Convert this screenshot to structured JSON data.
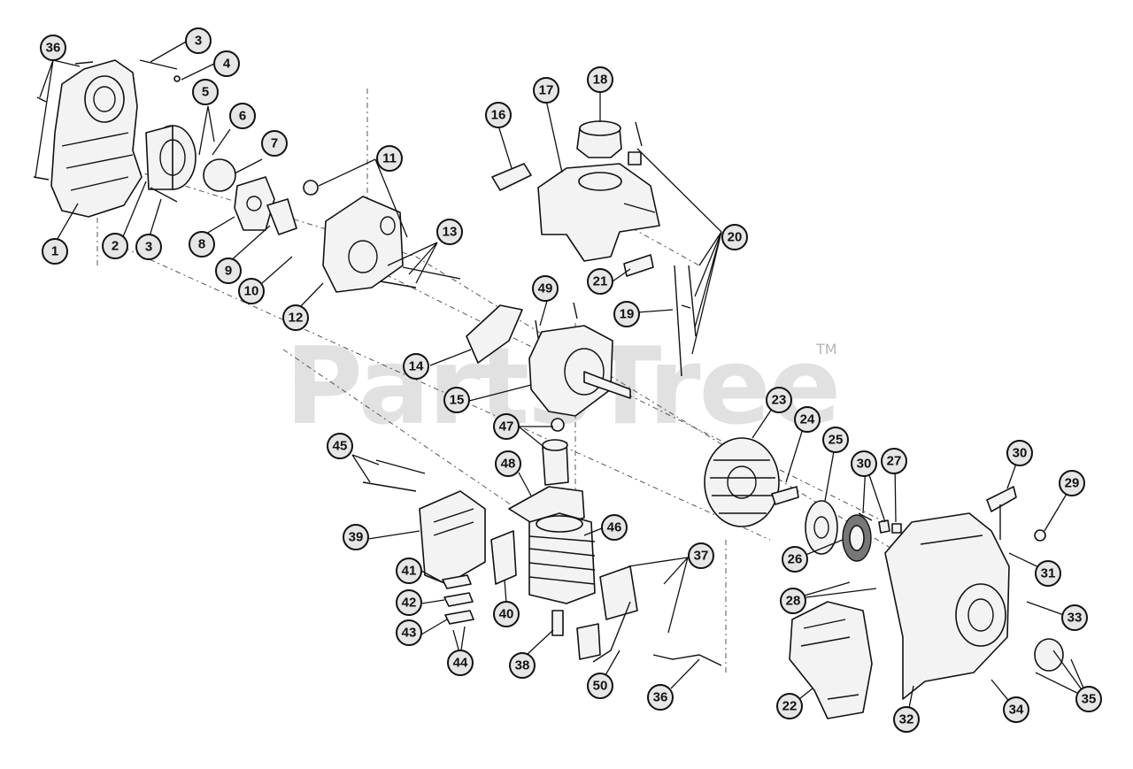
{
  "watermark": {
    "text": "PartsTree",
    "tm": "TM"
  },
  "callouts": [
    {
      "label": "36"
    },
    {
      "label": "3"
    },
    {
      "label": "4"
    },
    {
      "label": "5"
    },
    {
      "label": "6"
    },
    {
      "label": "7"
    },
    {
      "label": "1"
    },
    {
      "label": "2"
    },
    {
      "label": "3"
    },
    {
      "label": "8"
    },
    {
      "label": "9"
    },
    {
      "label": "10"
    },
    {
      "label": "11"
    },
    {
      "label": "12"
    },
    {
      "label": "13"
    },
    {
      "label": "16"
    },
    {
      "label": "17"
    },
    {
      "label": "18"
    },
    {
      "label": "20"
    },
    {
      "label": "21"
    },
    {
      "label": "49"
    },
    {
      "label": "19"
    },
    {
      "label": "14"
    },
    {
      "label": "15"
    },
    {
      "label": "47"
    },
    {
      "label": "45"
    },
    {
      "label": "48"
    },
    {
      "label": "39"
    },
    {
      "label": "46"
    },
    {
      "label": "41"
    },
    {
      "label": "42"
    },
    {
      "label": "43"
    },
    {
      "label": "44"
    },
    {
      "label": "40"
    },
    {
      "label": "38"
    },
    {
      "label": "50"
    },
    {
      "label": "37"
    },
    {
      "label": "36"
    },
    {
      "label": "23"
    },
    {
      "label": "24"
    },
    {
      "label": "25"
    },
    {
      "label": "30"
    },
    {
      "label": "27"
    },
    {
      "label": "30"
    },
    {
      "label": "29"
    },
    {
      "label": "26"
    },
    {
      "label": "31"
    },
    {
      "label": "28"
    },
    {
      "label": "33"
    },
    {
      "label": "22"
    },
    {
      "label": "32"
    },
    {
      "label": "34"
    },
    {
      "label": "35"
    }
  ]
}
